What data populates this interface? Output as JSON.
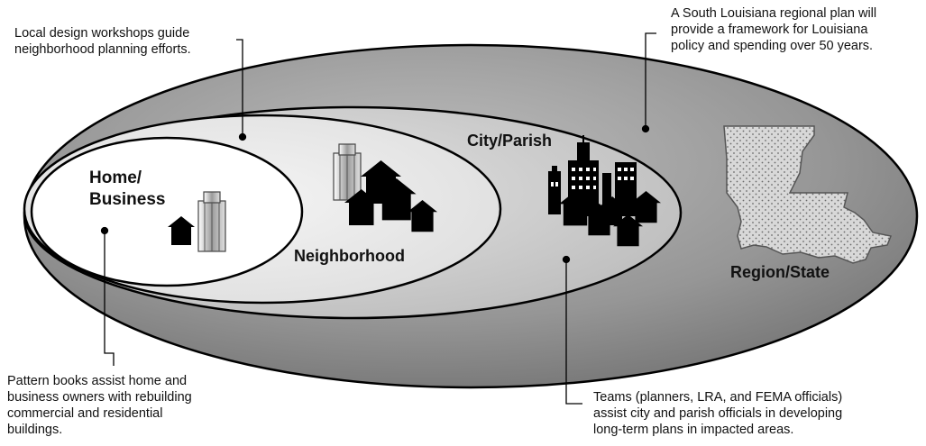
{
  "levels": {
    "home_business": "Home/\nBusiness",
    "neighborhood": "Neighborhood",
    "city_parish": "City/Parish",
    "region_state": "Region/State"
  },
  "annotations": {
    "local_workshops": "Local design workshops guide\nneighborhood planning efforts.",
    "regional_plan": "A South Louisiana regional plan  will\nprovide a framework for Louisiana\npolicy and spending over 50 years.",
    "pattern_books": "Pattern books assist home and\nbusiness owners with rebuilding\ncommercial and residential\nbuildings.",
    "teams": "Teams (planners, LRA, and FEMA officials)\nassist city and parish officials in developing\nlong-term plans in impacted areas."
  },
  "colors": {
    "region_fill": "#8c8c8c",
    "city_fill": "#c9c9c9",
    "neighborhood_fill": "#e6e6e6",
    "home_fill": "#ffffff",
    "icon_fill": "#000000"
  },
  "icons": [
    "louisiana-state-icon",
    "house-icon",
    "office-building-icon",
    "city-skyline-icon"
  ]
}
